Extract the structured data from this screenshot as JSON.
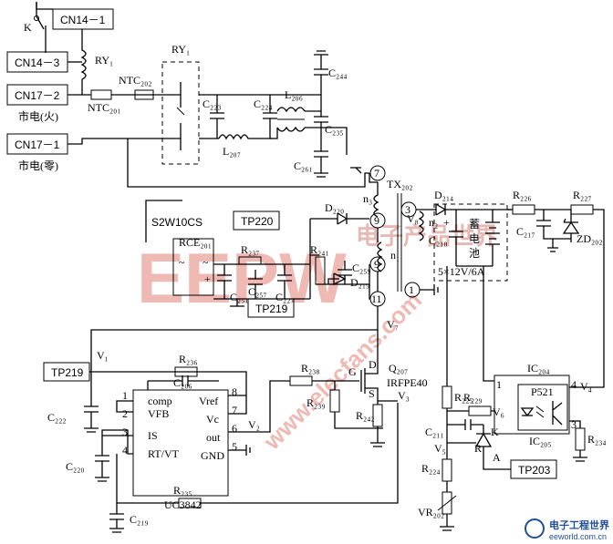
{
  "connectors": {
    "cn14_1": "CN14－1",
    "cn14_3": "CN14－3",
    "cn17_2": "CN17－2",
    "cn17_1": "CN17－1"
  },
  "labels": {
    "mains_live": "市电(火)",
    "mains_neutral": "市电(零)",
    "K": "K",
    "RY1": "RY₁",
    "RY1_block": "RY₁",
    "NTC201": "NTC₂₀₁",
    "NTC202": "NTC₂₀₂",
    "C223": "C₂₂₃",
    "C224": "C₂₂₄",
    "L206": "L₂₀₆",
    "L207": "L₂₀₇",
    "C244": "C₂₄₄",
    "C235": "C₂₃₅",
    "C261": "C₂₆₁",
    "S2W10CS": "S2W10CS",
    "RCE201": "RCE₂₀₁",
    "ac": "~",
    "plus": "+",
    "TP220": "TP220",
    "TP219": "TP219",
    "TP203": "TP203",
    "R237": "R₂₃₇",
    "C251": "C₂₅₁",
    "C257": "C₂₅₇",
    "C227": "C₂₂₇",
    "D220": "D₂₂₀",
    "R241": "R₂₄₁",
    "C259": "C₂₅₉",
    "D219": "D₂₁₉",
    "TX202": "TX₂₀₂",
    "n1": "n₁",
    "n2": "n₂",
    "n3": "n₃",
    "V8": "V₈",
    "D214": "D₂₁₄",
    "C218": "C₂₁₈",
    "battery_1": "蓄",
    "battery_2": "电",
    "battery_3": "池",
    "battery_rating": "5×12V/6A",
    "R226": "R₂₂₆",
    "R227": "R₂₂₇",
    "C217": "C₂₁₇",
    "ZD202": "ZD₂₀₂",
    "V7": "V₇",
    "V1": "V₁",
    "R236": "R₂₃₆",
    "C206": "C₂₀₆",
    "UC3842": "UC3842",
    "V2": "V₂",
    "C222": "C₂₂₂",
    "C220": "C₂₂₀",
    "C219": "C₂₁₉",
    "R235": "R₂₃₅",
    "R238": "R₂₃₈",
    "R239": "R₂₃₉",
    "Q207": "Q₂₀₇",
    "IRFPE40": "IRFPE40",
    "D": "D",
    "G": "G",
    "S": "S",
    "V3": "V₃",
    "R242": "R₂₄₂",
    "IC204": "IC₂₀₄",
    "IC205": "IC₂₀₅",
    "P521": "P521",
    "V4": "V₄",
    "R234": "R₂₃₄",
    "R225": "R₂₂₅",
    "R229": "R₂₂₉",
    "V6": "V₆",
    "C211": "C₂₁₁",
    "R": "R",
    "A": "A",
    "V5": "V₅",
    "R224": "R₂₂₄",
    "VR202": "VR₂₀₂"
  },
  "pins": {
    "p7": "7",
    "p9": "9",
    "p11": "11",
    "p3": "3",
    "p1": "1"
  },
  "ic": {
    "comp": "comp",
    "vfb": "VFB",
    "is": "IS",
    "rtvt": "RT/VT",
    "vref": "Vref",
    "vc": "Vc",
    "out": "out",
    "gnd": "GND",
    "p1": "1",
    "p2": "2",
    "p3": "3",
    "p4": "4",
    "p5": "5",
    "p6": "6",
    "p7": "7",
    "p8": "8"
  },
  "watermark": {
    "logo": "EEPW",
    "cn": "电子产品世界",
    "url": "www.elecfans.com"
  },
  "footer": {
    "cn": "电子工程世界",
    "url": "eeworld.com.cn"
  }
}
